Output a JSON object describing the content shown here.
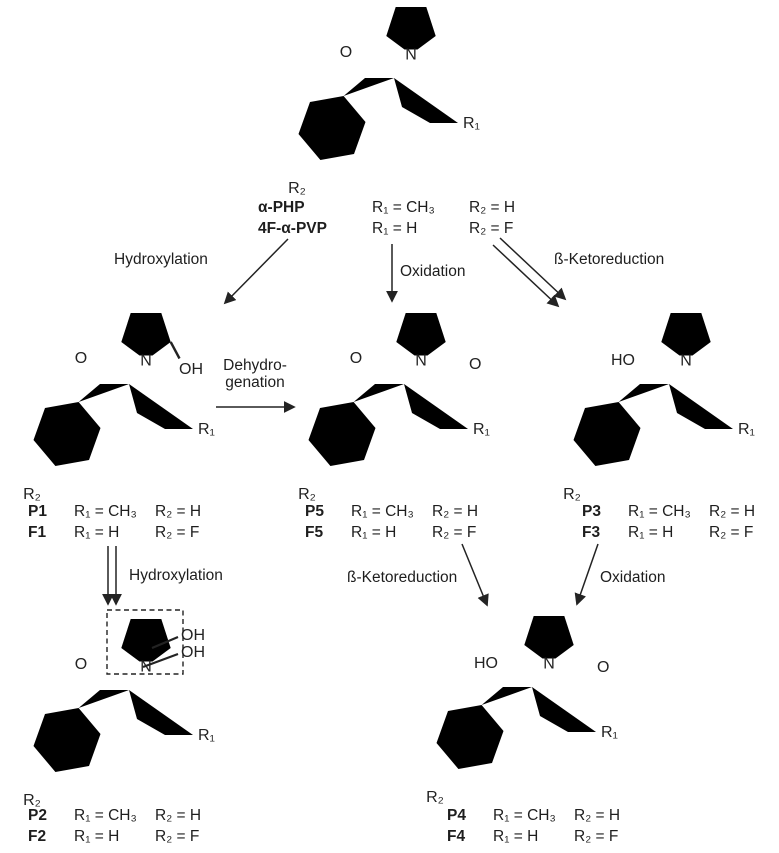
{
  "page": {
    "background": "#ffffff",
    "ink": "#232323"
  },
  "atoms": {
    "n": "N",
    "o": "O",
    "oh": "OH",
    "ho": "HO",
    "r1": "R₁",
    "r2": "R₂"
  },
  "parent": {
    "rows": [
      {
        "name": "α-PHP",
        "r1": "R₁ = CH₃",
        "r2": "R₂ = H"
      },
      {
        "name": "4F-α-PVP",
        "r1": "R₁ = H",
        "r2": "R₂ = F"
      }
    ]
  },
  "reactions": {
    "hydroxylation_left": "Hydroxylation",
    "oxidation_center": "Oxidation",
    "ketoreduction_right": "ß-Ketoreduction",
    "dehydrogenation_line1": "Dehydro-",
    "dehydrogenation_line2": "genation",
    "hydroxylation_bottom": "Hydroxylation",
    "ketoreduction_bottom": "ß-Ketoreduction",
    "oxidation_bottom": "Oxidation"
  },
  "compounds": {
    "p1": {
      "rows": [
        {
          "name": "P1",
          "r1": "R₁ = CH₃",
          "r2": "R₂ = H"
        },
        {
          "name": "F1",
          "r1": "R₁ = H",
          "r2": "R₂ = F"
        }
      ]
    },
    "p5": {
      "rows": [
        {
          "name": "P5",
          "r1": "R₁ = CH₃",
          "r2": "R₂ = H"
        },
        {
          "name": "F5",
          "r1": "R₁ = H",
          "r2": "R₂ = F"
        }
      ]
    },
    "p3": {
      "rows": [
        {
          "name": "P3",
          "r1": "R₁ = CH₃",
          "r2": "R₂ = H"
        },
        {
          "name": "F3",
          "r1": "R₁ = H",
          "r2": "R₂ = F"
        }
      ]
    },
    "p2": {
      "rows": [
        {
          "name": "P2",
          "r1": "R₁ = CH₃",
          "r2": "R₂ = H"
        },
        {
          "name": "F2",
          "r1": "R₁ = H",
          "r2": "R₂ = F"
        }
      ]
    },
    "p4": {
      "rows": [
        {
          "name": "P4",
          "r1": "R₁ = CH₃",
          "r2": "R₂ = H"
        },
        {
          "name": "F4",
          "r1": "R₁ = H",
          "r2": "R₂ = F"
        }
      ]
    }
  }
}
